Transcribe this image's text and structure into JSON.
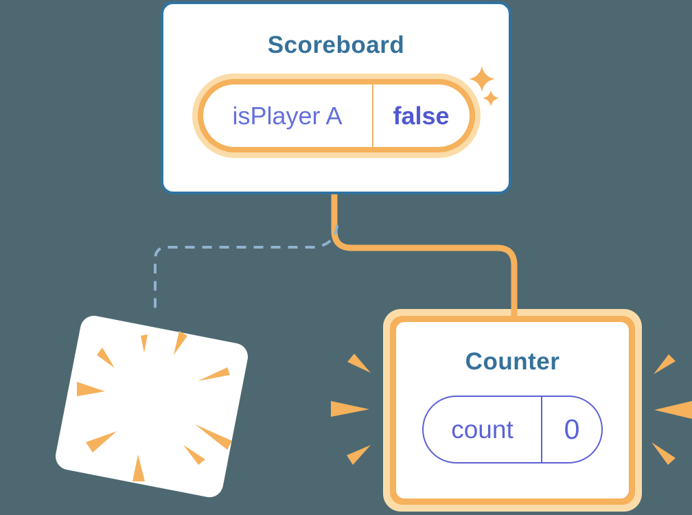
{
  "scoreboard": {
    "title": "Scoreboard",
    "state": {
      "name": "isPlayer A",
      "value": "false"
    }
  },
  "counter": {
    "title": "Counter",
    "state": {
      "name": "count",
      "value": "0"
    }
  },
  "colors": {
    "background": "#4D6871",
    "card_border_blue": "#2F73A2",
    "component_title_teal": "#35719A",
    "accent_orange": "#F6B15C",
    "accent_orange_light": "#FBDCA9",
    "state_name_purple": "#6470DB",
    "state_value_purple": "#5058D4",
    "counter_pill_purple": "#5B60D6",
    "dashed_line_blue": "#8FB3CE"
  },
  "icons": {
    "sparkles": "sparkle-icon",
    "burst": "burst-icon",
    "emphasis_left": "emphasis-rays-left-icon",
    "emphasis_right": "emphasis-rays-right-icon"
  }
}
